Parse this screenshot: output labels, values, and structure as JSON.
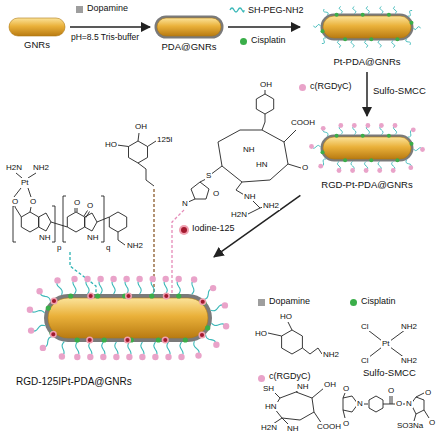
{
  "diagram": {
    "nodes": [
      {
        "text": [
          "GNRs"
        ]
      },
      {
        "text": [
          "PDA@GNRs"
        ]
      },
      {
        "text": [
          "Pt-PDA@GNRs"
        ]
      },
      {
        "text": [
          "RGD-Pt-PDA@GNRs"
        ]
      },
      {
        "text": [
          "RGD-125IPt-PDA@GNRs"
        ]
      }
    ],
    "edges": [
      {
        "from": 0,
        "to": 1,
        "arrow": "to",
        "label": "pH=8.5 Tris-buffer"
      },
      {
        "from": 1,
        "to": 2,
        "arrow": "to"
      },
      {
        "from": 2,
        "to": 3,
        "arrow": "to",
        "label": "Sulfo-SMCC"
      },
      {
        "from": 3,
        "to": 4,
        "arrow": "to"
      }
    ],
    "labels": [
      "H2N",
      "NH2",
      "Pt",
      "O",
      "O",
      "NH",
      "p",
      "O",
      "O",
      "NH",
      "q",
      "NH2",
      "HO",
      "OH",
      "125I",
      "OH",
      "COOH",
      "O",
      "NH",
      "HN",
      "S",
      "O",
      "N",
      "NH",
      "NH2",
      "H2N",
      "Sulfo-SMCC",
      "HO",
      "HO",
      "NH2",
      "Cl",
      "Cl",
      "Pt",
      "NH2",
      "NH2",
      "SH",
      "HN",
      "NH",
      "COOH",
      "OH",
      "H2N",
      "NH",
      "O",
      "N",
      "O",
      "O",
      "O",
      "N",
      "O",
      "O",
      "SO3Na"
    ],
    "legend": [
      {
        "text": "Dopamine",
        "color": "#9e9e9e"
      },
      {
        "text": "SH-PEG-NH2"
      },
      {
        "text": "Cisplatin",
        "color": "#3aae49"
      },
      {
        "text": "c(RGDyC)",
        "color": "#e9a3c9"
      },
      {
        "text": "Iodine-125",
        "color": "#a3192e"
      },
      {
        "text": "Dopamine",
        "color": "#9e9e9e"
      },
      {
        "text": "Cisplatin",
        "color": "#3aae49"
      },
      {
        "text": "c(RGDyC)",
        "color": "#e9a3c9"
      }
    ]
  }
}
